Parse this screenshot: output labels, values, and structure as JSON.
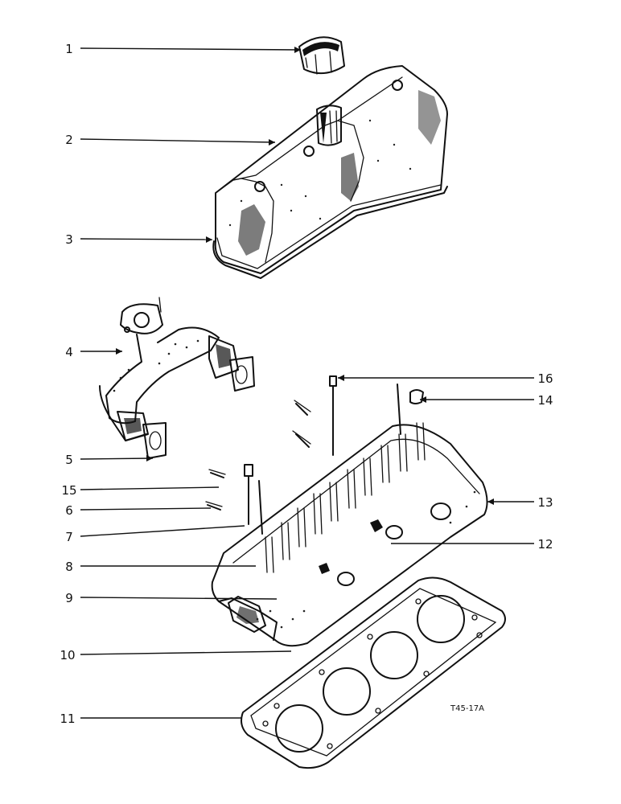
{
  "callouts": [
    {
      "id": "1",
      "label": "1"
    },
    {
      "id": "2",
      "label": "2"
    },
    {
      "id": "3",
      "label": "3"
    },
    {
      "id": "4",
      "label": "4"
    },
    {
      "id": "5",
      "label": "5"
    },
    {
      "id": "6",
      "label": "6"
    },
    {
      "id": "7",
      "label": "7"
    },
    {
      "id": "8",
      "label": "8"
    },
    {
      "id": "9",
      "label": "9"
    },
    {
      "id": "10",
      "label": "10"
    },
    {
      "id": "11",
      "label": "11"
    },
    {
      "id": "12",
      "label": "12"
    },
    {
      "id": "13",
      "label": "13"
    },
    {
      "id": "14",
      "label": "14"
    },
    {
      "id": "15",
      "label": "15"
    },
    {
      "id": "16",
      "label": "16"
    }
  ],
  "reference_code": "T45-17A",
  "colors": {
    "ink": "#111111",
    "paper": "#ffffff"
  }
}
